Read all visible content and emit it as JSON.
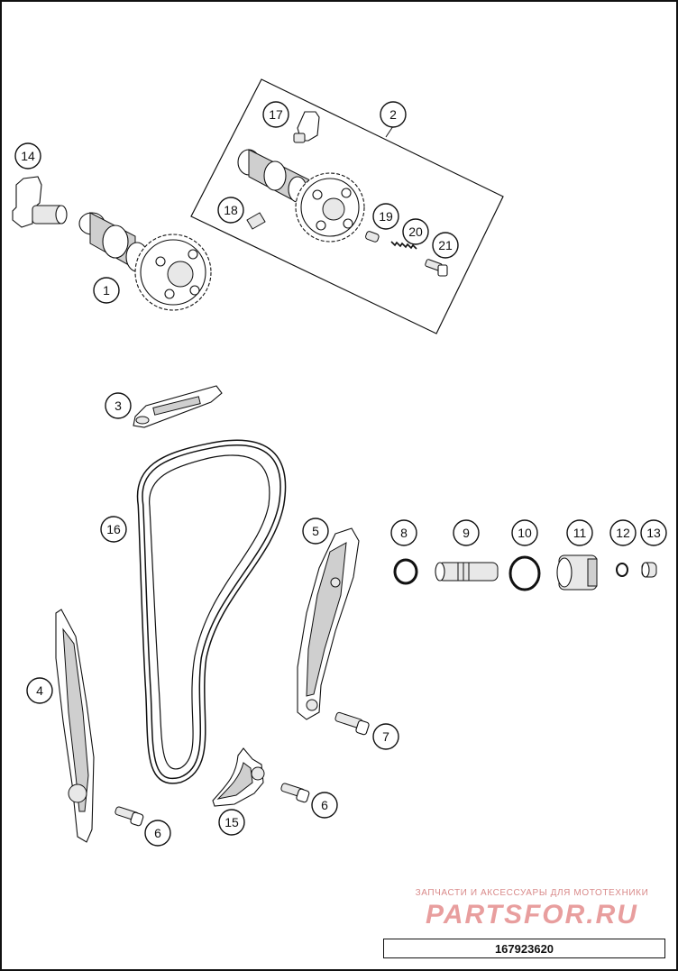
{
  "diagram": {
    "callouts": [
      {
        "id": "c14",
        "label": "14"
      },
      {
        "id": "c1",
        "label": "1"
      },
      {
        "id": "c17",
        "label": "17"
      },
      {
        "id": "c2",
        "label": "2"
      },
      {
        "id": "c18",
        "label": "18"
      },
      {
        "id": "c19",
        "label": "19"
      },
      {
        "id": "c20",
        "label": "20"
      },
      {
        "id": "c21",
        "label": "21"
      },
      {
        "id": "c3",
        "label": "3"
      },
      {
        "id": "c16",
        "label": "16"
      },
      {
        "id": "c5",
        "label": "5"
      },
      {
        "id": "c8",
        "label": "8"
      },
      {
        "id": "c9",
        "label": "9"
      },
      {
        "id": "c10",
        "label": "10"
      },
      {
        "id": "c11",
        "label": "11"
      },
      {
        "id": "c12",
        "label": "12"
      },
      {
        "id": "c13",
        "label": "13"
      },
      {
        "id": "c4",
        "label": "4"
      },
      {
        "id": "c7",
        "label": "7"
      },
      {
        "id": "c6a",
        "label": "6"
      },
      {
        "id": "c15",
        "label": "15"
      },
      {
        "id": "c6b",
        "label": "6"
      }
    ],
    "watermark_line1": "ЗАПЧАСТИ И АКСЕССУАРЫ ДЛЯ МОТОТЕХНИКИ",
    "watermark_line2": "PARTSFOR.RU",
    "document_number": "167923620"
  }
}
